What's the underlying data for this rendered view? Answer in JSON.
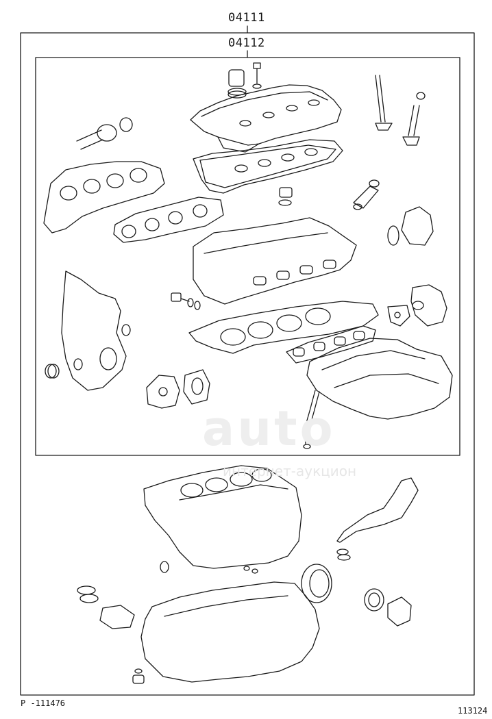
{
  "diagram": {
    "ref_upper": "04111",
    "ref_lower": "04112",
    "footer_left": "P -111476",
    "footer_right": "113124",
    "watermark_main": "auto",
    "watermark_sub": "интернет-аукцион"
  },
  "colors": {
    "line": "#1a1a1a",
    "background": "#ffffff"
  },
  "icons": [
    "part-line-drawing"
  ]
}
